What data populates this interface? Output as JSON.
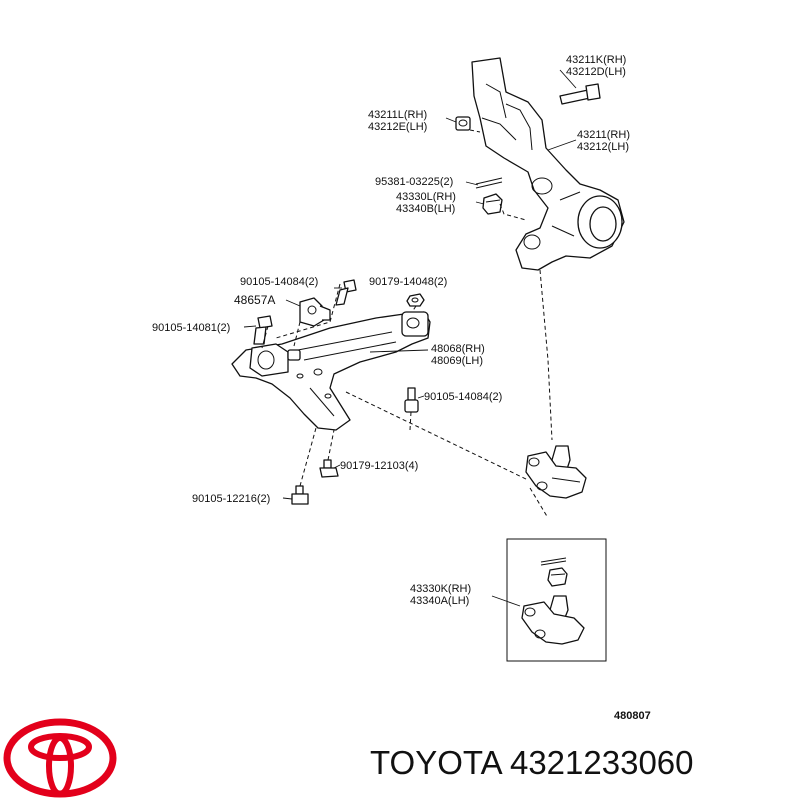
{
  "diagram": {
    "labels": {
      "knuckle_bolt": [
        "43211K(RH)",
        "43212D(LH)"
      ],
      "knuckle_nut": [
        "43211L(RH)",
        "43212E(LH)"
      ],
      "knuckle": [
        "43211(RH)",
        "43212(LH)"
      ],
      "cotter_pin_top": "95381-03225(2)",
      "castle_nut": [
        "43330L(RH)",
        "43340B(LH)"
      ],
      "bolt_a": "90105-14084(2)",
      "nut_a": "90179-14048(2)",
      "bracket": "48657A",
      "bolt_b": "90105-14081(2)",
      "lower_arm": [
        "48068(RH)",
        "48069(LH)"
      ],
      "bolt_c": "90105-14084(2)",
      "nut_b": "90179-12103(4)",
      "bolt_d": "90105-12216(2)",
      "ball_joint_kit": [
        "43330K(RH)",
        "43340A(LH)"
      ],
      "ref_code": "480807"
    }
  },
  "footer": {
    "brand_text": "TOYOTA 4321233060",
    "logo": "toyota-logo",
    "logo_color": "#e3001b"
  }
}
